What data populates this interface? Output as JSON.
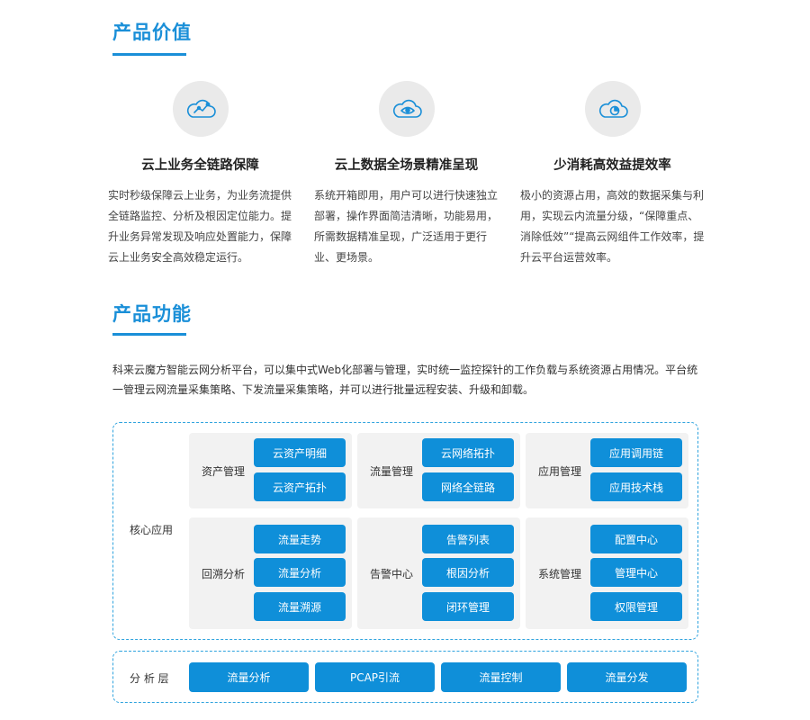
{
  "value_section": {
    "title": "产品价值",
    "items": [
      {
        "icon": "cloud-line-chart-icon",
        "title": "云上业务全链路保障",
        "desc": "实时秒级保障云上业务，为业务流提供全链路监控、分析及根因定位能力。提升业务异常发现及响应处置能力，保障云上业务安全高效稳定运行。"
      },
      {
        "icon": "cloud-eye-icon",
        "title": "云上数据全场景精准呈现",
        "desc": "系统开箱即用，用户可以进行快速独立部署，操作界面简洁清晰，功能易用，所需数据精准呈现，广泛适用于更行业、更场景。"
      },
      {
        "icon": "cloud-pie-chart-icon",
        "title": "少消耗高效益提效率",
        "desc": "极小的资源占用，高效的数据采集与利用，实现云内流量分级，“保障重点、消除低效”“提高云网组件工作效率，提升云平台运营效率。"
      }
    ]
  },
  "function_section": {
    "title": "产品功能",
    "intro": "科来云魔方智能云网分析平台，可以集中式Web化部署与管理，实时统一监控探针的工作负载与系统资源占用情况。平台统一管理云网流量采集策略、下发流量采集策略，并可以进行批量远程安装、升级和卸载。",
    "core_label": "核心应用",
    "groups": [
      {
        "label": "资产管理",
        "buttons": [
          "云资产明细",
          "云资产拓扑"
        ]
      },
      {
        "label": "流量管理",
        "buttons": [
          "云网络拓扑",
          "网络全链路"
        ]
      },
      {
        "label": "应用管理",
        "buttons": [
          "应用调用链",
          "应用技术栈"
        ]
      },
      {
        "label": "回溯分析",
        "buttons": [
          "流量走势",
          "流量分析",
          "流量溯源"
        ]
      },
      {
        "label": "告警中心",
        "buttons": [
          "告警列表",
          "根因分析",
          "闭环管理"
        ]
      },
      {
        "label": "系统管理",
        "buttons": [
          "配置中心",
          "管理中心",
          "权限管理"
        ]
      }
    ],
    "analysis_label": "分 析 层",
    "analysis_buttons": [
      "流量分析",
      "PCAP引流",
      "流量控制",
      "流量分发"
    ]
  },
  "colors": {
    "accent": "#1a8fd8",
    "button": "#0f8fd9",
    "panel": "#f2f2f2"
  }
}
